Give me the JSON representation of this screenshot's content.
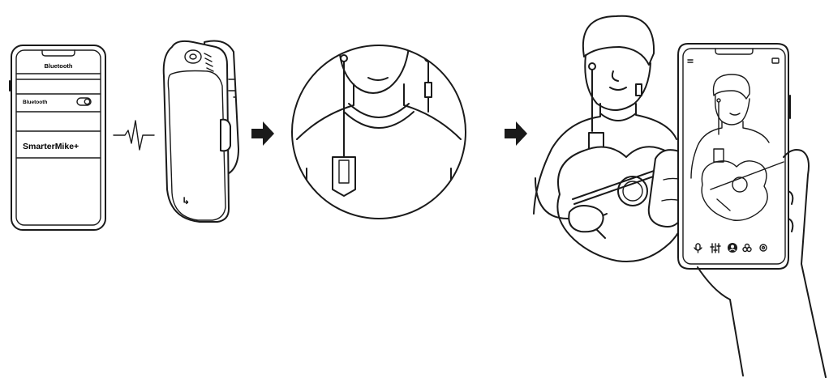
{
  "phone_screen": {
    "header": "Bluetooth",
    "toggle_row_label": "Bluetooth",
    "device_name": "SmarterMike+"
  },
  "device": {
    "logo_glyph": "↳"
  },
  "app_phone": {
    "tab_icons": [
      "mic-icon",
      "equalizer-icon",
      "profile-icon",
      "effects-icon",
      "settings-icon"
    ]
  },
  "colors": {
    "stroke": "#1a1a1a",
    "background": "#ffffff"
  }
}
